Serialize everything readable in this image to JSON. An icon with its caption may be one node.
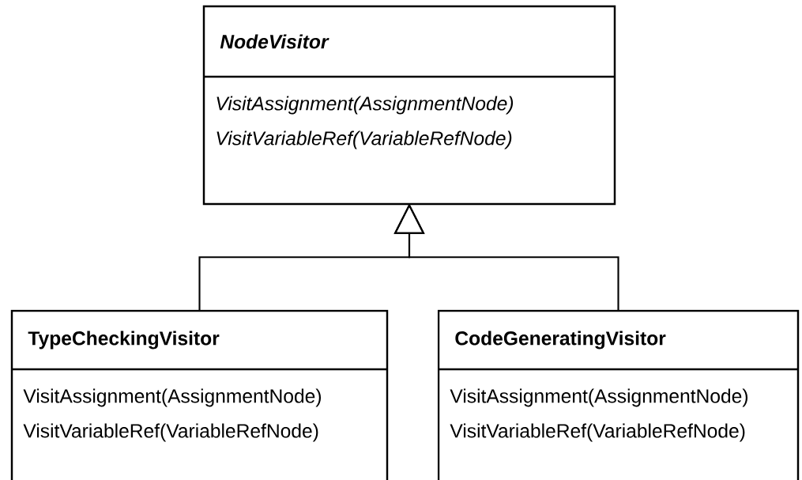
{
  "diagram": {
    "nodes": [
      {
        "text": [
          "NodeVisitor",
          "VisitAssignment(AssignmentNode)",
          "VisitVariableRef(VariableRefNode)"
        ]
      },
      {
        "text": [
          "TypeCheckingVisitor",
          "VisitAssignment(AssignmentNode)",
          "VisitVariableRef(VariableRefNode)"
        ]
      },
      {
        "text": [
          "CodeGeneratingVisitor",
          "VisitAssignment(AssignmentNode)",
          "VisitVariableRef(VariableRefNode)"
        ]
      }
    ],
    "edges": [
      {
        "from": 1,
        "to": 0,
        "arrow": "to"
      },
      {
        "from": 2,
        "to": 0,
        "arrow": "to"
      }
    ]
  }
}
